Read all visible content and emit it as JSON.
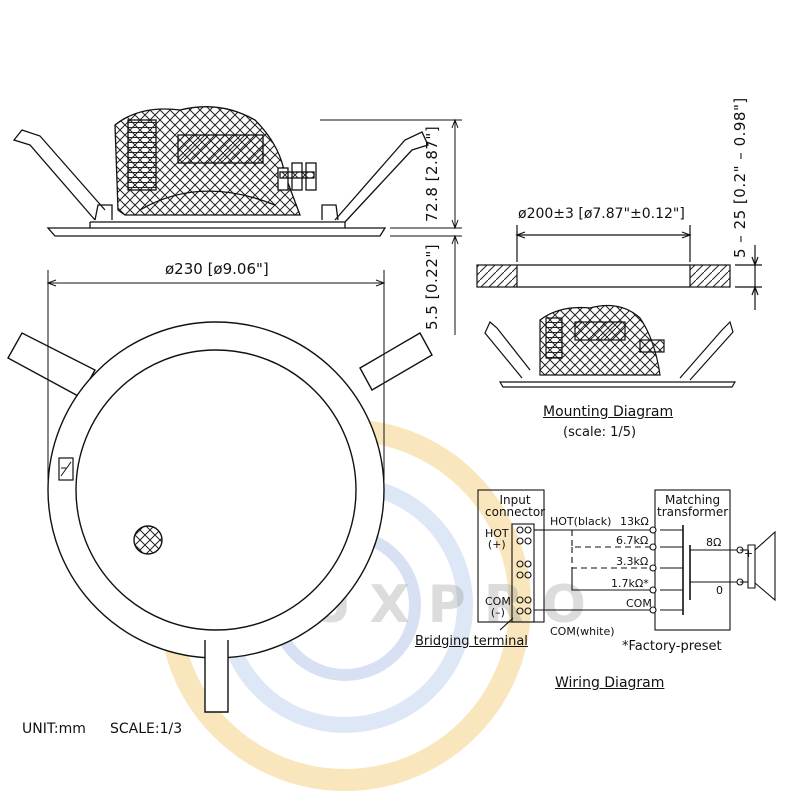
{
  "watermark": {
    "text": "LUXPRO",
    "ring_colors": [
      "#f4c76a",
      "#9fb9e6",
      "#7c9ad6"
    ]
  },
  "main_view": {
    "height_dim": "72.8 [2.87\"]",
    "flange_dim": "5.5 [0.22\"]",
    "diameter_dim": "ø230 [ø9.06\"]"
  },
  "mounting": {
    "ceiling_range_dim": "5 – 25 [0.2\" – 0.98\"]",
    "cutout_dim": "ø200±3 [ø7.87\"±0.12\"]",
    "title": "Mounting Diagram",
    "scale": "(scale: 1/5)"
  },
  "wiring": {
    "input_connector": "Input\nconnector",
    "hot_label": "HOT\n(+)",
    "com_label": "COM\n(–)",
    "hot_wire": "HOT(black)",
    "com_wire": "COM(white)",
    "transformer_title": "Matching\ntransformer",
    "taps": [
      "13kΩ",
      "6.7kΩ",
      "3.3kΩ",
      "1.7kΩ*",
      "COM"
    ],
    "speaker_impedance": "8Ω",
    "speaker_zero": "0",
    "speaker_plus": "+",
    "bridging": "Bridging terminal",
    "factory_preset": "*Factory-preset",
    "title": "Wiring Diagram"
  },
  "footer": {
    "unit": "UNIT:mm",
    "scale": "SCALE:1/3"
  }
}
